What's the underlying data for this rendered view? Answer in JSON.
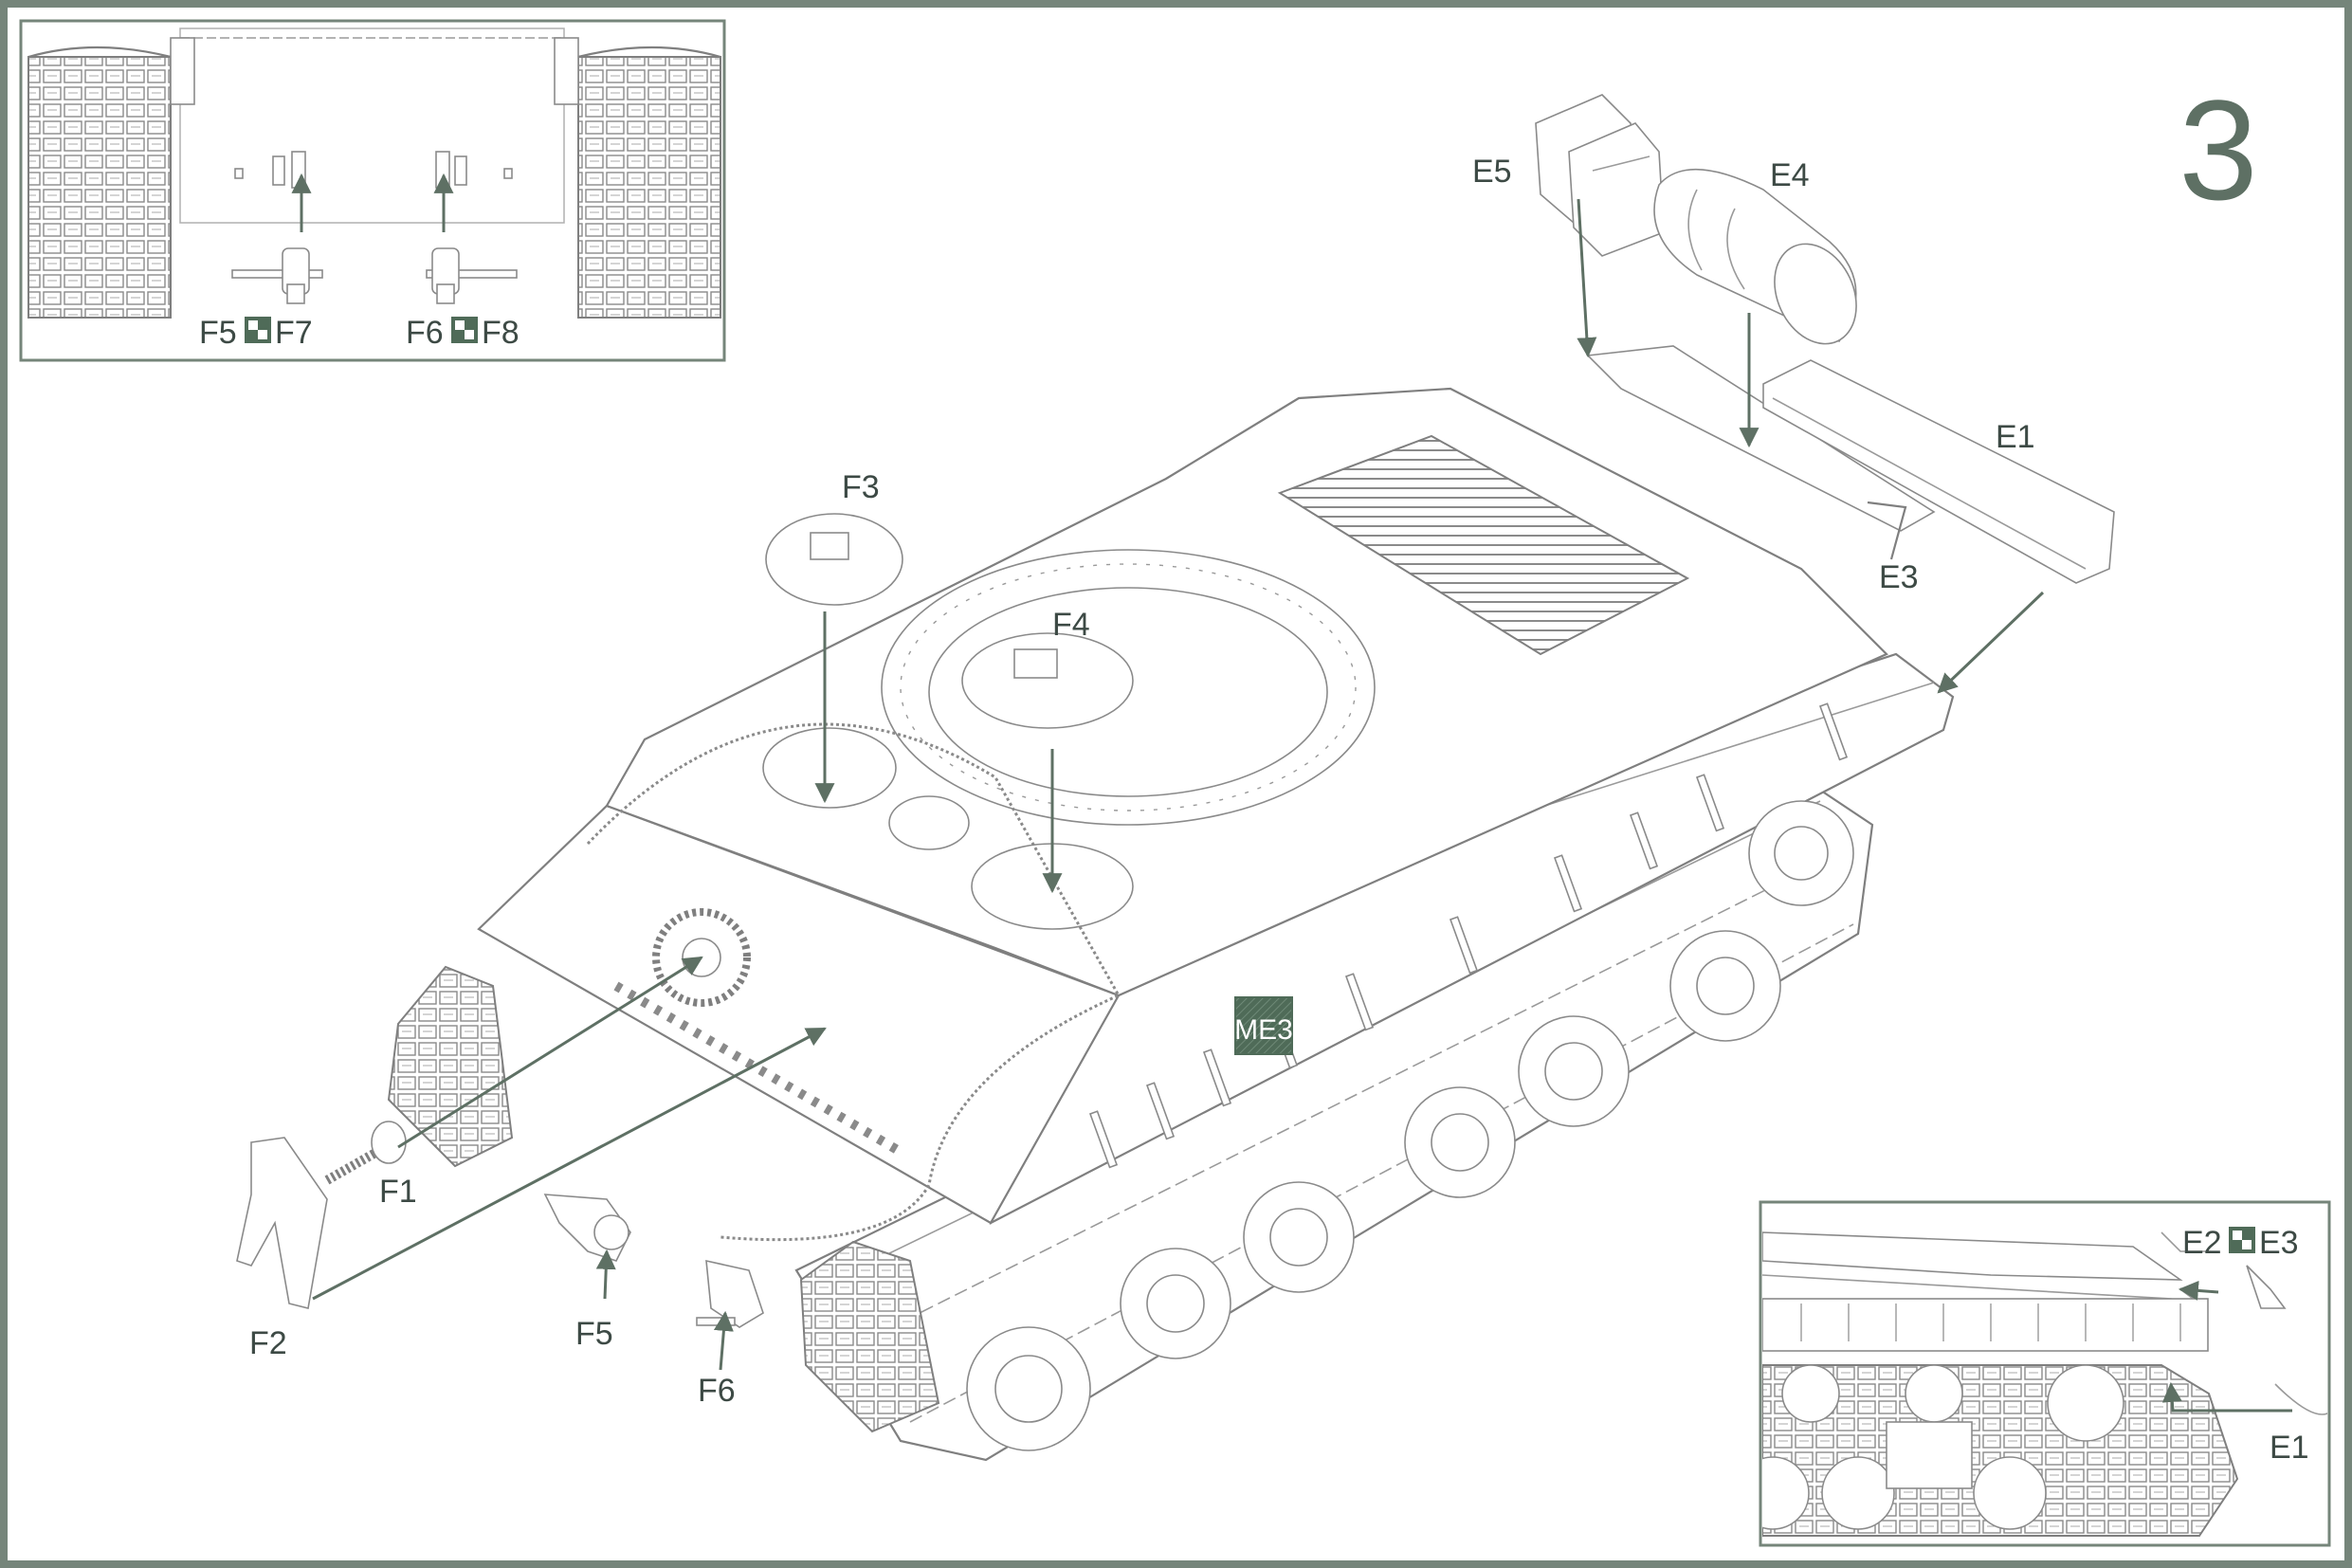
{
  "step": {
    "number": "3"
  },
  "colors": {
    "frame": "#75857a",
    "accent": "#5e7064",
    "line": "#9a9a9a",
    "badge": "#4f6b58"
  },
  "labels": {
    "e1": "E1",
    "e3": "E3",
    "e4": "E4",
    "e5": "E5",
    "f1": "F1",
    "f2": "F2",
    "f3": "F3",
    "f4": "F4",
    "f5": "F5",
    "f6": "F6"
  },
  "etch_badge": {
    "text": "ME3"
  },
  "inset_top": {
    "label_left_a": "F5",
    "label_left_b": "F7",
    "label_right_a": "F6",
    "label_right_b": "F8"
  },
  "inset_bottom": {
    "label_pair_a": "E2",
    "label_pair_b": "E3",
    "label_e1": "E1"
  }
}
